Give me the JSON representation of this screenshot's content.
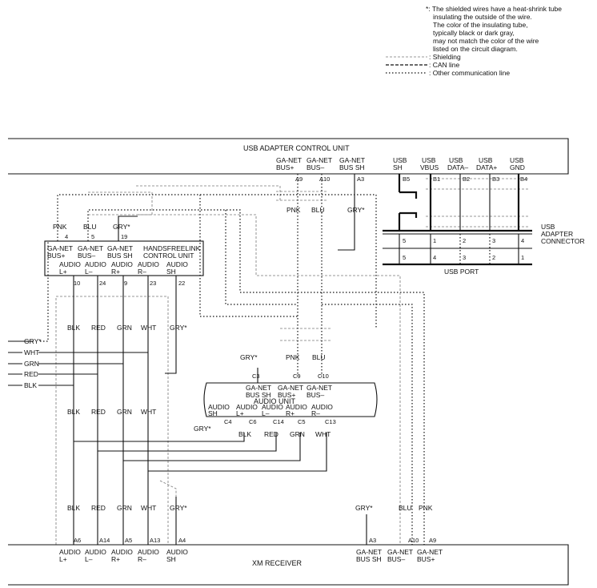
{
  "legend": {
    "note_lines": [
      "*: The shielded wires have a heat-shrink tube",
      "insulating the outside of the wire.",
      "The color of the insulating tube,",
      "typically black or dark gray,",
      "may not match the color of the wire",
      "listed on the circuit diagram."
    ],
    "shielding": ": Shielding",
    "can": ": CAN line",
    "other": ": Other communication line"
  },
  "usb_unit": {
    "title": "USB ADAPTER CONTROL UNIT",
    "pins": [
      {
        "l1": "GA-NET",
        "l2": "BUS+",
        "pin": "A9"
      },
      {
        "l1": "GA-NET",
        "l2": "BUS–",
        "pin": "A10"
      },
      {
        "l1": "GA-NET",
        "l2": "BUS SH",
        "pin": "A3"
      },
      {
        "l1": "USB",
        "l2": "SH",
        "pin": "B5"
      },
      {
        "l1": "USB",
        "l2": "VBUS",
        "pin": "B1"
      },
      {
        "l1": "USB",
        "l2": "DATA–",
        "pin": "B2"
      },
      {
        "l1": "USB",
        "l2": "DATA+",
        "pin": "B3"
      },
      {
        "l1": "USB",
        "l2": "GND",
        "pin": "B4"
      }
    ]
  },
  "usb_connector": {
    "label_lines": [
      "USB",
      "ADAPTER",
      "CONNECTOR"
    ],
    "top_pins": [
      "5",
      "1",
      "2",
      "3",
      "4"
    ],
    "bottom_pins": [
      "5",
      "4",
      "3",
      "2",
      "1"
    ],
    "port_label": "USB PORT"
  },
  "hfl": {
    "title_lines": [
      "HANDSFREELINK",
      "CONTROL UNIT"
    ],
    "top_pins": [
      {
        "l1": "GA-NET",
        "l2": "BUS+",
        "pin": "4",
        "color": "PNK"
      },
      {
        "l1": "GA-NET",
        "l2": "BUS–",
        "pin": "5",
        "color": "BLU"
      },
      {
        "l1": "GA-NET",
        "l2": "BUS SH",
        "pin": "19",
        "color": "GRY*"
      }
    ],
    "bottom_pins": [
      {
        "l1": "AUDIO",
        "l2": "L+",
        "pin": "10"
      },
      {
        "l1": "AUDIO",
        "l2": "L–",
        "pin": "24"
      },
      {
        "l1": "AUDIO",
        "l2": "R+",
        "pin": "9"
      },
      {
        "l1": "AUDIO",
        "l2": "R–",
        "pin": "23"
      },
      {
        "l1": "AUDIO",
        "l2": "SH",
        "pin": "22"
      }
    ]
  },
  "usb_wire_colors": {
    "pnk": "PNK",
    "blu": "BLU",
    "gry": "GRY*"
  },
  "audio_colors": [
    "BLK",
    "RED",
    "GRN",
    "WHT",
    "GRY*"
  ],
  "left_wires": [
    "GRY*",
    "WHT",
    "GRN",
    "RED",
    "BLK"
  ],
  "audio_unit": {
    "title": "AUDIO UNIT",
    "top_pins": [
      {
        "l1": "GA-NET",
        "l2": "BUS SH",
        "pin": "C3",
        "color": "GRY*"
      },
      {
        "l1": "GA-NET",
        "l2": "BUS+",
        "pin": "C9",
        "color": "PNK"
      },
      {
        "l1": "GA-NET",
        "l2": "BUS–",
        "pin": "C10",
        "color": "BLU"
      }
    ],
    "bottom_pins": [
      {
        "l1": "AUDIO",
        "l2": "SH",
        "pin": "C4",
        "color": "GRY*"
      },
      {
        "l1": "AUDIO",
        "l2": "L+",
        "pin": "C6",
        "color": "BLK"
      },
      {
        "l1": "AUDIO",
        "l2": "L–",
        "pin": "C14",
        "color": "RED"
      },
      {
        "l1": "AUDIO",
        "l2": "R+",
        "pin": "C5",
        "color": "GRN"
      },
      {
        "l1": "AUDIO",
        "l2": "R–",
        "pin": "C13",
        "color": "WHT"
      }
    ]
  },
  "xm": {
    "title": "XM RECEIVER",
    "audio_pins": [
      {
        "l1": "AUDIO",
        "l2": "L+",
        "pin": "A6",
        "color": "BLK"
      },
      {
        "l1": "AUDIO",
        "l2": "L–",
        "pin": "A14",
        "color": "RED"
      },
      {
        "l1": "AUDIO",
        "l2": "R+",
        "pin": "A5",
        "color": "GRN"
      },
      {
        "l1": "AUDIO",
        "l2": "R–",
        "pin": "A13",
        "color": "WHT"
      },
      {
        "l1": "AUDIO",
        "l2": "SH",
        "pin": "A4",
        "color": "GRY*"
      }
    ],
    "net_pins": [
      {
        "l1": "GA-NET",
        "l2": "BUS SH",
        "pin": "A3",
        "color": "GRY*"
      },
      {
        "l1": "GA-NET",
        "l2": "BUS–",
        "pin": "A10",
        "color": "BLU"
      },
      {
        "l1": "GA-NET",
        "l2": "BUS+",
        "pin": "A9",
        "color": "PNK"
      }
    ]
  }
}
